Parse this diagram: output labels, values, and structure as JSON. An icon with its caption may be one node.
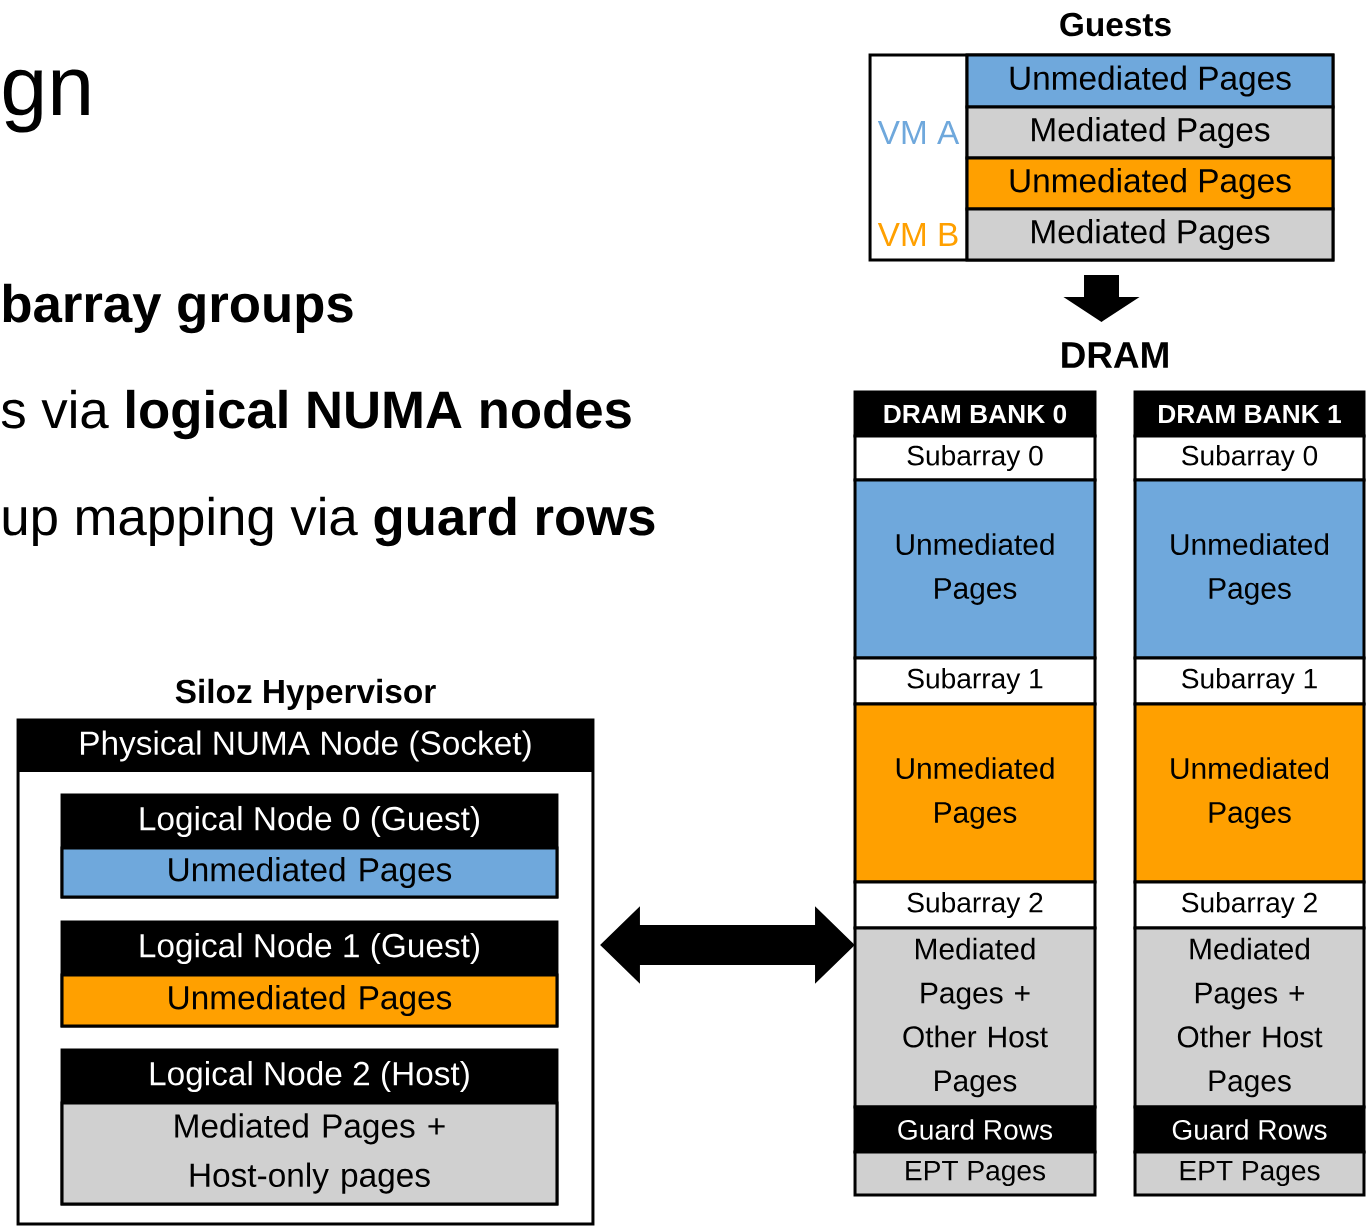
{
  "diagram": {
    "nodes": [
      {
        "text": [
          "Guests"
        ]
      },
      {
        "text": [
          "VM A"
        ],
        "in": 0
      },
      {
        "text": [
          "Unmediated Pages"
        ],
        "in": 0
      },
      {
        "text": [
          "Mediated Pages"
        ],
        "in": 0
      },
      {
        "text": [
          "VM B"
        ],
        "in": 0
      },
      {
        "text": [
          "Unmediated Pages"
        ],
        "in": 0
      },
      {
        "text": [
          "Mediated Pages"
        ],
        "in": 0
      },
      {
        "text": [
          "DRAM"
        ]
      },
      {
        "text": [
          "DRAM BANK 0"
        ]
      },
      {
        "text": [
          "Subarray 0"
        ]
      },
      {
        "text": [
          "Unmediated Pages"
        ]
      },
      {
        "text": [
          "Subarray 1"
        ]
      },
      {
        "text": [
          "Unmediated Pages"
        ]
      },
      {
        "text": [
          "Subarray 2"
        ]
      },
      {
        "text": [
          "Mediated Pages + Other Host Pages"
        ]
      },
      {
        "text": [
          "Guard Rows"
        ]
      },
      {
        "text": [
          "EPT Pages"
        ]
      },
      {
        "text": [
          "DRAM BANK 1"
        ]
      },
      {
        "text": [
          "Subarray 0"
        ]
      },
      {
        "text": [
          "Unmediated Pages"
        ]
      },
      {
        "text": [
          "Subarray 1"
        ]
      },
      {
        "text": [
          "Unmediated Pages"
        ]
      },
      {
        "text": [
          "Subarray 2"
        ]
      },
      {
        "text": [
          "Mediated Pages + Other Host Pages"
        ]
      },
      {
        "text": [
          "Guard Rows"
        ]
      },
      {
        "text": [
          "EPT Pages"
        ]
      },
      {
        "text": [
          "Siloz Hypervisor",
          "Physical NUMA Node (Socket)"
        ]
      },
      {
        "text": [
          "Logical Node 0 (Guest)"
        ],
        "in": 26
      },
      {
        "text": [
          "Unmediated Pages"
        ],
        "in": 27
      },
      {
        "text": [
          "Logical Node 1 (Guest)"
        ],
        "in": 26
      },
      {
        "text": [
          "Unmediated Pages"
        ],
        "in": 29
      },
      {
        "text": [
          "Logical Node 2 (Host)"
        ],
        "in": 26
      },
      {
        "text": [
          "Mediated Pages + Host-only pages"
        ],
        "in": 31
      }
    ],
    "edges": [
      {
        "from": 0,
        "to": 7,
        "arrow": "to"
      },
      {
        "from": 26,
        "to": 14,
        "arrow": "both"
      }
    ],
    "labels": [
      "gn",
      "barray groups",
      "s via **logical NUMA nodes**",
      "up mapping via **guard rows**"
    ]
  }
}
